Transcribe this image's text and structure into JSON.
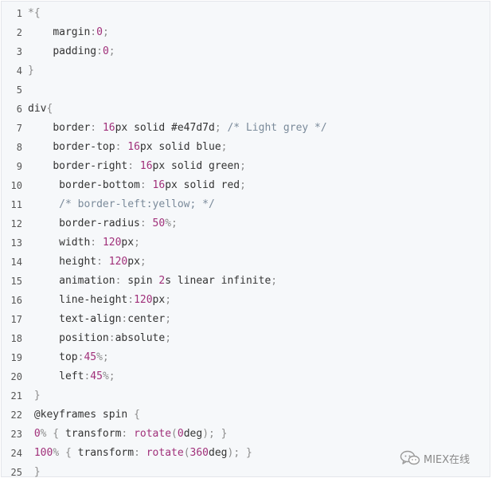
{
  "code_lines": [
    {
      "num": "1",
      "indent": "",
      "tokens": [
        {
          "t": "*{",
          "c": "pu"
        }
      ]
    },
    {
      "num": "2",
      "indent": "    ",
      "tokens": [
        {
          "t": "margin",
          "c": ""
        },
        {
          "t": ":",
          "c": "pu"
        },
        {
          "t": "0",
          "c": "nu"
        },
        {
          "t": ";",
          "c": "pu"
        }
      ]
    },
    {
      "num": "3",
      "indent": "    ",
      "tokens": [
        {
          "t": "padding",
          "c": ""
        },
        {
          "t": ":",
          "c": "pu"
        },
        {
          "t": "0",
          "c": "nu"
        },
        {
          "t": ";",
          "c": "pu"
        }
      ]
    },
    {
      "num": "4",
      "indent": "",
      "tokens": [
        {
          "t": "}",
          "c": "pu"
        }
      ]
    },
    {
      "num": "5",
      "indent": "",
      "tokens": []
    },
    {
      "num": "6",
      "indent": "",
      "tokens": [
        {
          "t": "div",
          "c": ""
        },
        {
          "t": "{",
          "c": "pu"
        }
      ]
    },
    {
      "num": "7",
      "indent": "    ",
      "tokens": [
        {
          "t": "border",
          "c": ""
        },
        {
          "t": ": ",
          "c": "pu"
        },
        {
          "t": "16",
          "c": "nu"
        },
        {
          "t": "px solid #e47d7d",
          "c": ""
        },
        {
          "t": "; ",
          "c": "pu"
        },
        {
          "t": "/* Light grey */",
          "c": "cm"
        }
      ]
    },
    {
      "num": "8",
      "indent": "    ",
      "tokens": [
        {
          "t": "border-top",
          "c": ""
        },
        {
          "t": ": ",
          "c": "pu"
        },
        {
          "t": "16",
          "c": "nu"
        },
        {
          "t": "px solid blue",
          "c": ""
        },
        {
          "t": ";",
          "c": "pu"
        }
      ]
    },
    {
      "num": "9",
      "indent": "    ",
      "tokens": [
        {
          "t": "border-right",
          "c": ""
        },
        {
          "t": ": ",
          "c": "pu"
        },
        {
          "t": "16",
          "c": "nu"
        },
        {
          "t": "px solid green",
          "c": ""
        },
        {
          "t": ";",
          "c": "pu"
        }
      ]
    },
    {
      "num": "10",
      "indent": "     ",
      "tokens": [
        {
          "t": "border-bottom",
          "c": ""
        },
        {
          "t": ": ",
          "c": "pu"
        },
        {
          "t": "16",
          "c": "nu"
        },
        {
          "t": "px solid red",
          "c": ""
        },
        {
          "t": ";",
          "c": "pu"
        }
      ]
    },
    {
      "num": "11",
      "indent": "     ",
      "tokens": [
        {
          "t": "/* border-left:yellow; */",
          "c": "cm"
        }
      ]
    },
    {
      "num": "12",
      "indent": "     ",
      "tokens": [
        {
          "t": "border-radius",
          "c": ""
        },
        {
          "t": ": ",
          "c": "pu"
        },
        {
          "t": "50",
          "c": "nu"
        },
        {
          "t": "%;",
          "c": "pu"
        }
      ]
    },
    {
      "num": "13",
      "indent": "     ",
      "tokens": [
        {
          "t": "width",
          "c": ""
        },
        {
          "t": ": ",
          "c": "pu"
        },
        {
          "t": "120",
          "c": "nu"
        },
        {
          "t": "px",
          "c": ""
        },
        {
          "t": ";",
          "c": "pu"
        }
      ]
    },
    {
      "num": "14",
      "indent": "     ",
      "tokens": [
        {
          "t": "height",
          "c": ""
        },
        {
          "t": ": ",
          "c": "pu"
        },
        {
          "t": "120",
          "c": "nu"
        },
        {
          "t": "px",
          "c": ""
        },
        {
          "t": ";",
          "c": "pu"
        }
      ]
    },
    {
      "num": "15",
      "indent": "     ",
      "tokens": [
        {
          "t": "animation",
          "c": ""
        },
        {
          "t": ": ",
          "c": "pu"
        },
        {
          "t": "spin ",
          "c": ""
        },
        {
          "t": "2",
          "c": "nu"
        },
        {
          "t": "s linear infinite",
          "c": ""
        },
        {
          "t": ";",
          "c": "pu"
        }
      ]
    },
    {
      "num": "16",
      "indent": "     ",
      "tokens": [
        {
          "t": "line-height",
          "c": ""
        },
        {
          "t": ":",
          "c": "pu"
        },
        {
          "t": "120",
          "c": "nu"
        },
        {
          "t": "px",
          "c": ""
        },
        {
          "t": ";",
          "c": "pu"
        }
      ]
    },
    {
      "num": "17",
      "indent": "     ",
      "tokens": [
        {
          "t": "text-align",
          "c": ""
        },
        {
          "t": ":",
          "c": "pu"
        },
        {
          "t": "center",
          "c": ""
        },
        {
          "t": ";",
          "c": "pu"
        }
      ]
    },
    {
      "num": "18",
      "indent": "     ",
      "tokens": [
        {
          "t": "position",
          "c": ""
        },
        {
          "t": ":",
          "c": "pu"
        },
        {
          "t": "absolute",
          "c": ""
        },
        {
          "t": ";",
          "c": "pu"
        }
      ]
    },
    {
      "num": "19",
      "indent": "     ",
      "tokens": [
        {
          "t": "top",
          "c": ""
        },
        {
          "t": ":",
          "c": "pu"
        },
        {
          "t": "45",
          "c": "nu"
        },
        {
          "t": "%;",
          "c": "pu"
        }
      ]
    },
    {
      "num": "20",
      "indent": "     ",
      "tokens": [
        {
          "t": "left",
          "c": ""
        },
        {
          "t": ":",
          "c": "pu"
        },
        {
          "t": "45",
          "c": "nu"
        },
        {
          "t": "%;",
          "c": "pu"
        }
      ]
    },
    {
      "num": "21",
      "indent": " ",
      "tokens": [
        {
          "t": "}",
          "c": "pu"
        }
      ]
    },
    {
      "num": "22",
      "indent": " ",
      "tokens": [
        {
          "t": "@keyframes spin ",
          "c": ""
        },
        {
          "t": "{",
          "c": "pu"
        }
      ]
    },
    {
      "num": "23",
      "indent": " ",
      "tokens": [
        {
          "t": "0",
          "c": "nu"
        },
        {
          "t": "% { ",
          "c": "pu"
        },
        {
          "t": "transform",
          "c": ""
        },
        {
          "t": ": ",
          "c": "pu"
        },
        {
          "t": "rotate",
          "c": "fn"
        },
        {
          "t": "(",
          "c": "pu"
        },
        {
          "t": "0",
          "c": "nu"
        },
        {
          "t": "deg",
          "c": ""
        },
        {
          "t": "); }",
          "c": "pu"
        }
      ]
    },
    {
      "num": "24",
      "indent": " ",
      "tokens": [
        {
          "t": "100",
          "c": "nu"
        },
        {
          "t": "% { ",
          "c": "pu"
        },
        {
          "t": "transform",
          "c": ""
        },
        {
          "t": ": ",
          "c": "pu"
        },
        {
          "t": "rotate",
          "c": "fn"
        },
        {
          "t": "(",
          "c": "pu"
        },
        {
          "t": "360",
          "c": "nu"
        },
        {
          "t": "deg",
          "c": ""
        },
        {
          "t": "); }",
          "c": "pu"
        }
      ]
    },
    {
      "num": "25",
      "indent": " ",
      "tokens": [
        {
          "t": "}",
          "c": "pu"
        }
      ]
    }
  ],
  "watermark": {
    "text": "MIEX在线",
    "icon": "wechat-icon"
  },
  "colors": {
    "background": "#f6f8fa",
    "number": "#a0307a",
    "comment": "#7a8a9a",
    "punctuation": "#8c8c8c"
  }
}
